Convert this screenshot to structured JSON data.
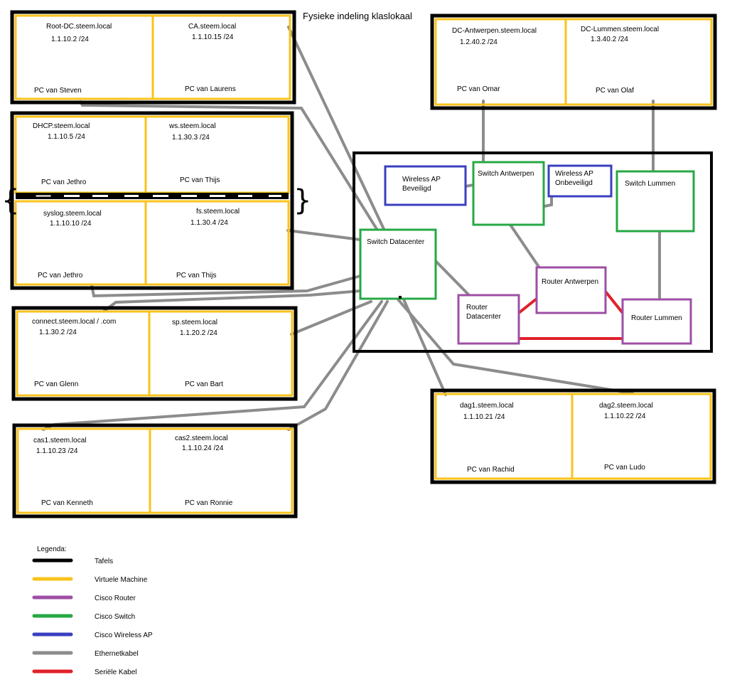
{
  "title": "Fysieke indeling klaslokaal",
  "colors": {
    "table": "#000000",
    "vm": "#f8c31b",
    "router": "#9e4fa5",
    "switch": "#27a844",
    "wireless": "#3a3fbf",
    "ethernet": "#8c8c8c",
    "serial": "#e0202a"
  },
  "vms": [
    {
      "host": "Root-DC.steem.local",
      "ip": "1.1.10.2 /24",
      "pc": "PC van Steven"
    },
    {
      "host": "CA.steem.local",
      "ip": "1.1.10.15 /24",
      "pc": "PC van Laurens"
    },
    {
      "host": "DHCP.steem.local",
      "ip": "1.1.10.5 /24",
      "pc": "PC van Jethro"
    },
    {
      "host": "ws.steem.local",
      "ip": "1.1.30.3 /24",
      "pc": "PC van Thijs"
    },
    {
      "host": "syslog.steem.local",
      "ip": "1.1.10.10 /24",
      "pc": "PC van Jethro"
    },
    {
      "host": "fs.steem.local",
      "ip": "1.1.30.4 /24",
      "pc": "PC van Thijs"
    },
    {
      "host": "connect.steem.local / .com",
      "ip": "1.1.30.2 /24",
      "pc": "PC van Glenn"
    },
    {
      "host": "sp.steem.local",
      "ip": "1.1.20.2 /24",
      "pc": "PC van Bart"
    },
    {
      "host": "cas1.steem.local",
      "ip": "1.1.10.23 /24",
      "pc": "PC van Kenneth"
    },
    {
      "host": "cas2.steem.local",
      "ip": "1.1.10.24 /24",
      "pc": "PC van Ronnie"
    },
    {
      "host": "DC-Antwerpen.steem.local",
      "ip": "1.2.40.2 /24",
      "pc": "PC van Omar"
    },
    {
      "host": "DC-Lummen.steem.local",
      "ip": "1.3.40.2 /24",
      "pc": "PC van Olaf"
    },
    {
      "host": "dag1.steem.local",
      "ip": "1.1.10.21 /24",
      "pc": "PC van Rachid"
    },
    {
      "host": "dag2.steem.local",
      "ip": "1.1.10.22 /24",
      "pc": "PC van Ludo"
    }
  ],
  "devices": {
    "wireless_secure": [
      "Wireless AP",
      "Beveiligd"
    ],
    "switch_antwerpen": "Switch Antwerpen",
    "wireless_open": [
      "Wireless AP",
      "Onbeveiligd"
    ],
    "switch_lummen": "Switch Lummen",
    "switch_datacenter": "Switch Datacenter",
    "router_antwerpen": "Router Antwerpen",
    "router_datacenter": [
      "Router",
      "Datacenter"
    ],
    "router_lummen": "Router Lummen"
  },
  "legend": {
    "title": "Legenda:",
    "items": [
      {
        "label": "Tafels",
        "color": "#000000"
      },
      {
        "label": "Virtuele Machine",
        "color": "#f8c31b"
      },
      {
        "label": "Cisco Router",
        "color": "#9e4fa5"
      },
      {
        "label": "Cisco Switch",
        "color": "#27a844"
      },
      {
        "label": "Cisco Wireless AP",
        "color": "#3a3fbf"
      },
      {
        "label": "Ethernetkabel",
        "color": "#8c8c8c"
      },
      {
        "label": "Seriële Kabel",
        "color": "#e0202a"
      }
    ]
  }
}
